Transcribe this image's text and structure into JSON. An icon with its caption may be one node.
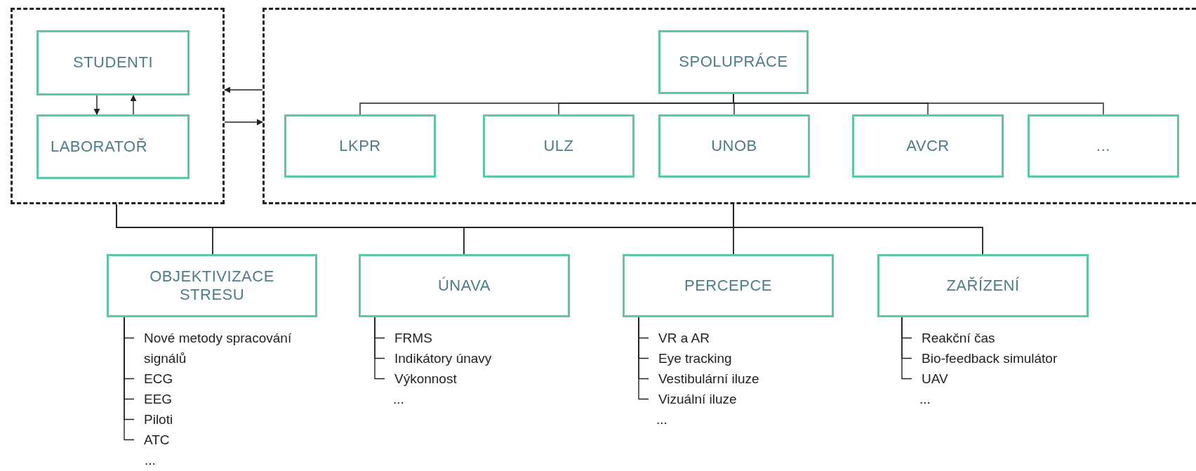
{
  "diagram": {
    "nodes": [
      {
        "text": [],
        "shape": "box"
      },
      {
        "text": [
          "STUDENTI"
        ],
        "in": 0
      },
      {
        "text": [
          "LABORATOŘ"
        ],
        "in": 0
      },
      {
        "text": [],
        "shape": "box"
      },
      {
        "text": [
          "SPOLUPRÁCE"
        ],
        "in": 3
      },
      {
        "text": [
          "LKPR"
        ],
        "in": 3
      },
      {
        "text": [
          "ULZ"
        ],
        "in": 3
      },
      {
        "text": [
          "UNOB"
        ],
        "in": 3
      },
      {
        "text": [
          "AVCR"
        ],
        "in": 3
      },
      {
        "text": [
          "..."
        ],
        "in": 3
      },
      {
        "text": [
          "OBJEKTIVIZACE STRESU"
        ]
      },
      {
        "text": [
          "ÚNAVA"
        ]
      },
      {
        "text": [
          "PERCEPCE"
        ]
      },
      {
        "text": [
          "ZAŘÍZENÍ"
        ]
      },
      {
        "text": [
          "Nové metody spracování signálů"
        ]
      },
      {
        "text": [
          "ECG"
        ]
      },
      {
        "text": [
          "EEG"
        ]
      },
      {
        "text": [
          "Piloti"
        ]
      },
      {
        "text": [
          "ATC"
        ]
      },
      {
        "text": [
          "FRMS"
        ]
      },
      {
        "text": [
          "Indikátory únavy"
        ]
      },
      {
        "text": [
          "Výkonnost"
        ]
      },
      {
        "text": [
          "VR a AR"
        ]
      },
      {
        "text": [
          "Eye tracking"
        ]
      },
      {
        "text": [
          "Vestibulární iluze"
        ]
      },
      {
        "text": [
          "Vizuální iluze"
        ]
      },
      {
        "text": [
          "Reakční čas"
        ]
      },
      {
        "text": [
          "Bio-feedback simulátor"
        ]
      },
      {
        "text": [
          "UAV"
        ]
      }
    ],
    "edges": [
      {
        "from": 1,
        "to": 2,
        "arrow": "to"
      },
      {
        "from": 2,
        "to": 1,
        "arrow": "to"
      },
      {
        "from": 3,
        "to": 0,
        "arrow": "to"
      },
      {
        "from": 0,
        "to": 3,
        "arrow": "to"
      },
      {
        "from": 4,
        "to": 5,
        "arrow": "none"
      },
      {
        "from": 4,
        "to": 6,
        "arrow": "none"
      },
      {
        "from": 4,
        "to": 7,
        "arrow": "none"
      },
      {
        "from": 4,
        "to": 8,
        "arrow": "none"
      },
      {
        "from": 4,
        "to": 9,
        "arrow": "none"
      },
      {
        "from": 0,
        "to": 10,
        "arrow": "none"
      },
      {
        "from": 0,
        "to": 11,
        "arrow": "none"
      },
      {
        "from": 0,
        "to": 12,
        "arrow": "none"
      },
      {
        "from": 0,
        "to": 13,
        "arrow": "none"
      },
      {
        "from": 3,
        "to": 10,
        "arrow": "none"
      },
      {
        "from": 3,
        "to": 11,
        "arrow": "none"
      },
      {
        "from": 3,
        "to": 12,
        "arrow": "none"
      },
      {
        "from": 3,
        "to": 13,
        "arrow": "none"
      },
      {
        "from": 10,
        "to": 14,
        "arrow": "none"
      },
      {
        "from": 10,
        "to": 15,
        "arrow": "none"
      },
      {
        "from": 10,
        "to": 16,
        "arrow": "none"
      },
      {
        "from": 10,
        "to": 17,
        "arrow": "none"
      },
      {
        "from": 10,
        "to": 18,
        "arrow": "none"
      },
      {
        "from": 11,
        "to": 19,
        "arrow": "none"
      },
      {
        "from": 11,
        "to": 20,
        "arrow": "none"
      },
      {
        "from": 11,
        "to": 21,
        "arrow": "none"
      },
      {
        "from": 12,
        "to": 22,
        "arrow": "none"
      },
      {
        "from": 12,
        "to": 23,
        "arrow": "none"
      },
      {
        "from": 12,
        "to": 24,
        "arrow": "none"
      },
      {
        "from": 12,
        "to": 25,
        "arrow": "none"
      },
      {
        "from": 13,
        "to": 26,
        "arrow": "none"
      },
      {
        "from": 13,
        "to": 27,
        "arrow": "none"
      },
      {
        "from": 13,
        "to": 28,
        "arrow": "none"
      }
    ],
    "labels": [
      "...",
      "...",
      "...",
      "..."
    ]
  }
}
